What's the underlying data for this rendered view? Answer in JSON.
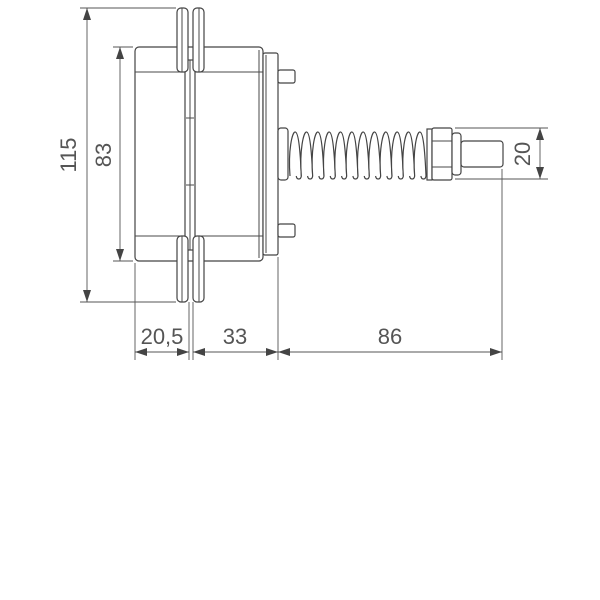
{
  "drawing": {
    "units": "mm",
    "dimensions": {
      "overall_height": "115",
      "body_height": "83",
      "left_width": "20,5",
      "middle_width": "33",
      "spring_length": "86",
      "rod_diameter": "20"
    },
    "colors": {
      "line": "#444444",
      "text": "#555555",
      "background": "#ffffff"
    }
  }
}
